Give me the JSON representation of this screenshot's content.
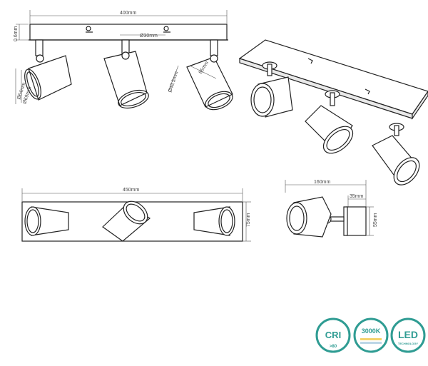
{
  "dims": {
    "top_width": "400mm",
    "top_height": "0.6mm",
    "pole_diam": "Ø30mm",
    "head_d1": "Ø64mm",
    "head_d2": "Ø69mm",
    "spot_diam": "Ø48.5mm",
    "spot_len": "85mm",
    "front_width": "450mm",
    "front_height": "75mm",
    "side_depth": "160mm",
    "side_base": "35mm",
    "side_height": "55mm"
  },
  "badges": {
    "cri_main": "CRI",
    "cri_sub": ">80",
    "kelvin": "3000K",
    "led_main": "LED",
    "led_sub": "TECHNOLOGY"
  },
  "colors": {
    "badge_teal": "#2f9c93",
    "line": "#222222"
  }
}
